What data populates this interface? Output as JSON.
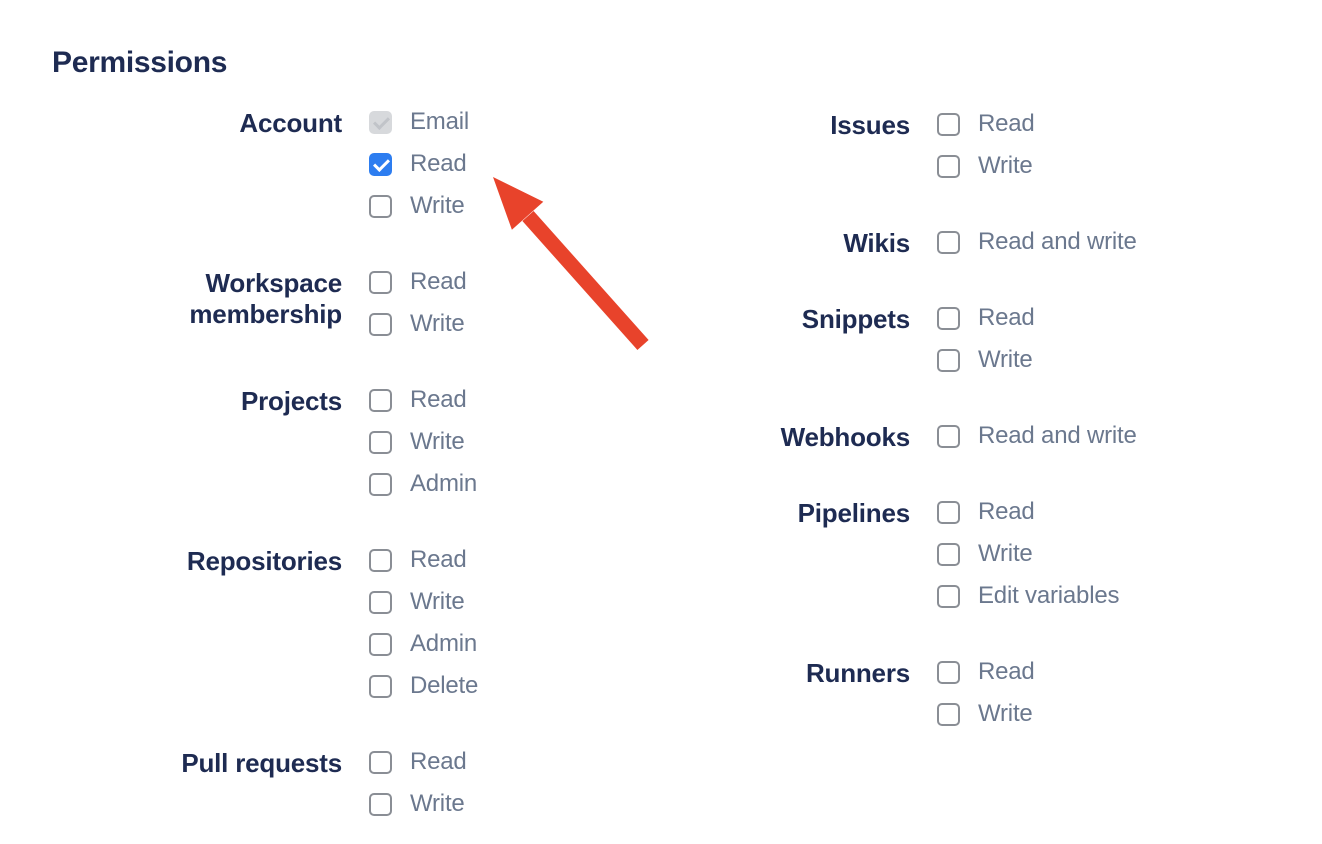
{
  "page": {
    "title": "Permissions"
  },
  "colors": {
    "heading_text": "#1e2b52",
    "group_label_text": "#1e2b52",
    "option_label_text": "#6b788e",
    "checkbox_border": "#8a8e95",
    "checkbox_checked_bg": "#2d7df0",
    "checkbox_checked_mark": "#ffffff",
    "checkbox_disabled_bg": "#d7d9dc",
    "checkbox_disabled_mark": "#c1c4c9",
    "arrow": "#e8432b",
    "background": "#ffffff"
  },
  "permissions": {
    "columns": [
      {
        "name": "left",
        "groups": [
          {
            "label": "Account",
            "options": [
              {
                "label": "Email",
                "state": "disabled-checked"
              },
              {
                "label": "Read",
                "state": "checked"
              },
              {
                "label": "Write",
                "state": "unchecked"
              }
            ]
          },
          {
            "label": "Workspace membership",
            "options": [
              {
                "label": "Read",
                "state": "unchecked"
              },
              {
                "label": "Write",
                "state": "unchecked"
              }
            ]
          },
          {
            "label": "Projects",
            "options": [
              {
                "label": "Read",
                "state": "unchecked"
              },
              {
                "label": "Write",
                "state": "unchecked"
              },
              {
                "label": "Admin",
                "state": "unchecked"
              }
            ]
          },
          {
            "label": "Repositories",
            "options": [
              {
                "label": "Read",
                "state": "unchecked"
              },
              {
                "label": "Write",
                "state": "unchecked"
              },
              {
                "label": "Admin",
                "state": "unchecked"
              },
              {
                "label": "Delete",
                "state": "unchecked"
              }
            ]
          },
          {
            "label": "Pull requests",
            "options": [
              {
                "label": "Read",
                "state": "unchecked"
              },
              {
                "label": "Write",
                "state": "unchecked"
              }
            ]
          }
        ]
      },
      {
        "name": "right",
        "groups": [
          {
            "label": "Issues",
            "options": [
              {
                "label": "Read",
                "state": "unchecked"
              },
              {
                "label": "Write",
                "state": "unchecked"
              }
            ]
          },
          {
            "label": "Wikis",
            "options": [
              {
                "label": "Read and write",
                "state": "unchecked"
              }
            ]
          },
          {
            "label": "Snippets",
            "options": [
              {
                "label": "Read",
                "state": "unchecked"
              },
              {
                "label": "Write",
                "state": "unchecked"
              }
            ]
          },
          {
            "label": "Webhooks",
            "options": [
              {
                "label": "Read and write",
                "state": "unchecked"
              }
            ]
          },
          {
            "label": "Pipelines",
            "options": [
              {
                "label": "Read",
                "state": "unchecked"
              },
              {
                "label": "Write",
                "state": "unchecked"
              },
              {
                "label": "Edit variables",
                "state": "unchecked"
              }
            ]
          },
          {
            "label": "Runners",
            "options": [
              {
                "label": "Read",
                "state": "unchecked"
              },
              {
                "label": "Write",
                "state": "unchecked"
              }
            ]
          }
        ]
      }
    ]
  },
  "annotation": {
    "type": "arrow",
    "color": "#e8432b",
    "points_at": "account-read-checkbox"
  }
}
